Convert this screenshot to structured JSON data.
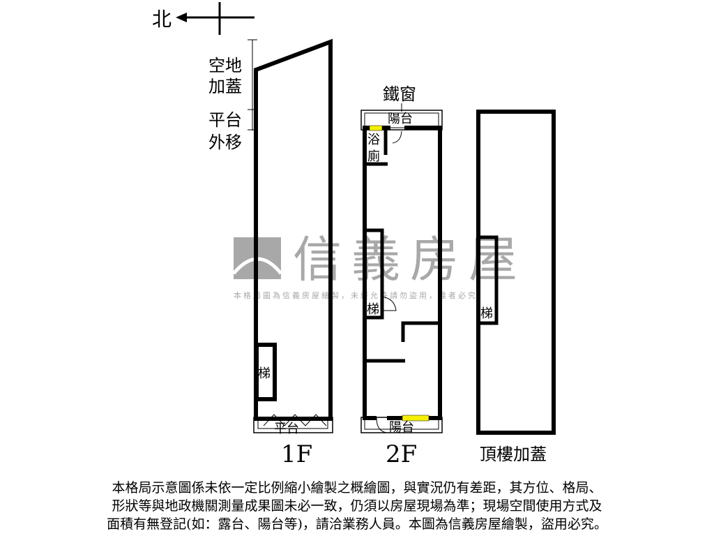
{
  "north": {
    "label": "北"
  },
  "floor1": {
    "title": "1F",
    "annotations": [
      "空地",
      "加蓋",
      "平台",
      "外移"
    ],
    "stair": "梯",
    "platform": "平台"
  },
  "floor2": {
    "title": "2F",
    "iron_window": "鐵窗",
    "balcony_top": "陽台",
    "bath": [
      "浴",
      "廁"
    ],
    "stair": "梯",
    "balcony_bottom": "陽台"
  },
  "roof": {
    "title": "頂樓加蓋",
    "stair": "梯"
  },
  "watermark": {
    "brand": "信義房屋",
    "notice": "本格局圖為信義房屋繪製，未經允許請勿盜用，違者必究"
  },
  "disclaimer": [
    "本格局示意圖係未依一定比例縮小繪製之概繪圖，與實況仍有差距，其方位、格局、",
    "形狀等與地政機關測量成果圖未必一致，仍須以房屋現場為準；現場空間使用方式及",
    "面積有無登記(如：露台、陽台等)，請洽業務人員。本圖為信義房屋繪製，盜用必究。"
  ],
  "colors": {
    "wall": "#000000",
    "window": "#f5f000",
    "watermark": "#a8a8a8"
  }
}
